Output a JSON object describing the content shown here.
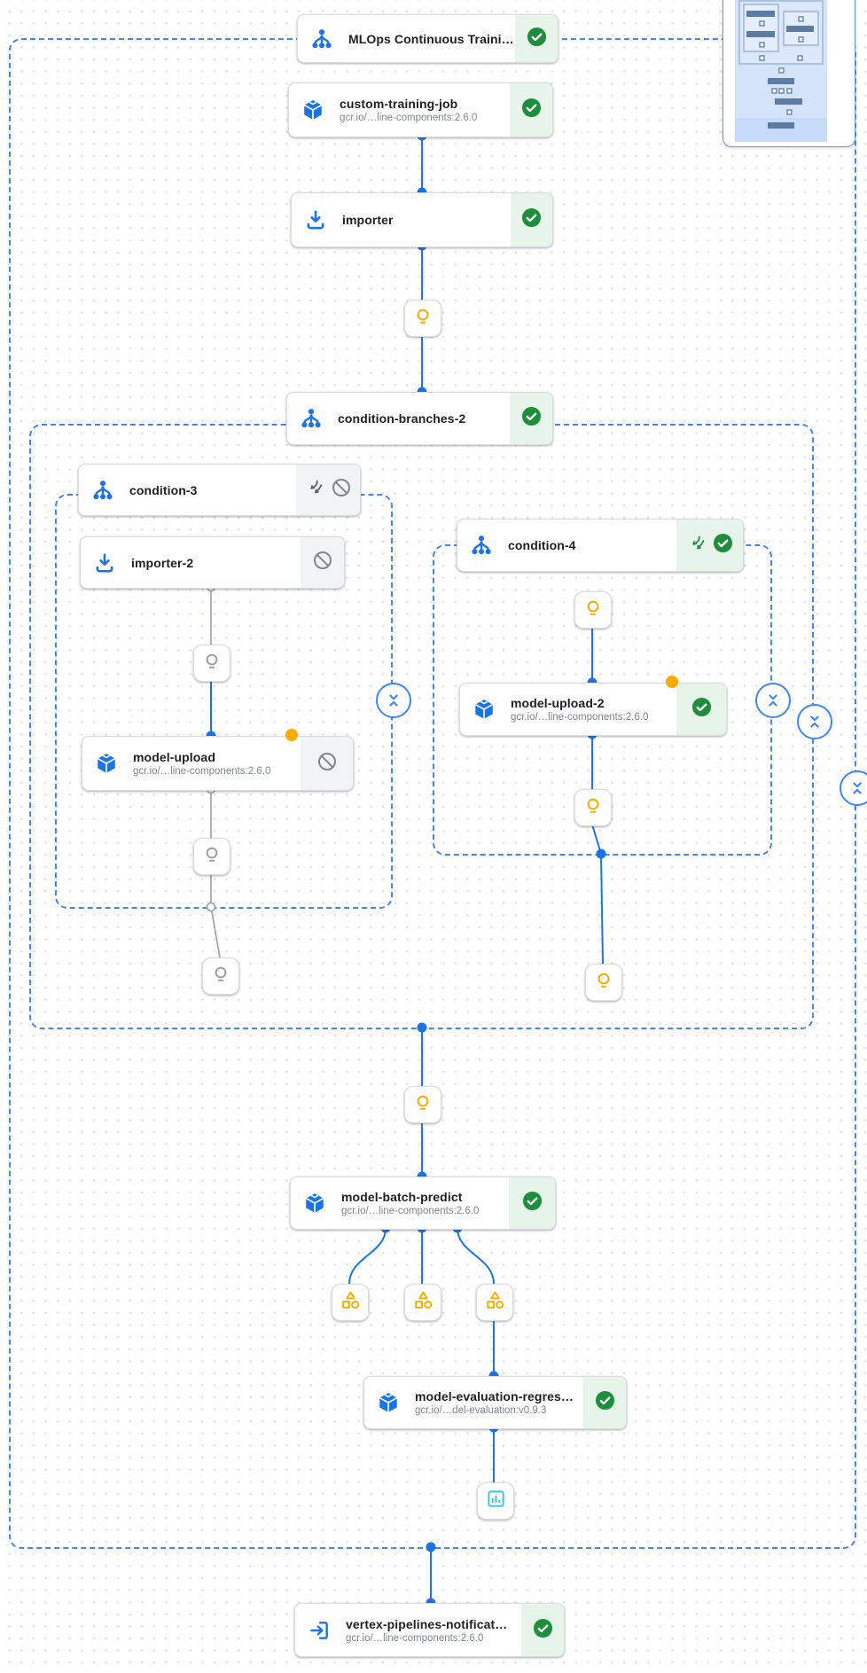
{
  "pipeline": {
    "nodes": [
      {
        "title": "MLOps Continuous Traini…",
        "status": "succeeded"
      },
      {
        "title": "custom-training-job",
        "subtitle": "gcr.io/…line-components:2.6.0",
        "status": "succeeded"
      },
      {
        "title": "importer",
        "status": "succeeded"
      },
      {
        "title": "condition-branches-2",
        "status": "succeeded"
      },
      {
        "title": "condition-3",
        "status": "skipped"
      },
      {
        "title": "importer-2",
        "status": "skipped"
      },
      {
        "title": "model-upload",
        "subtitle": "gcr.io/…line-components:2.6.0",
        "status": "skipped"
      },
      {
        "title": "condition-4",
        "status": "succeeded"
      },
      {
        "title": "model-upload-2",
        "subtitle": "gcr.io/…line-components:2.6.0",
        "status": "succeeded"
      },
      {
        "title": "model-batch-predict",
        "subtitle": "gcr.io/…line-components:2.6.0",
        "status": "succeeded"
      },
      {
        "title": "model-evaluation-regres…",
        "subtitle": "gcr.io/…del-evaluation:v0.9.3",
        "status": "succeeded"
      },
      {
        "title": "vertex-pipelines-notificat…",
        "subtitle": "gcr.io/…line-components:2.6.0",
        "status": "succeeded"
      }
    ],
    "colors": {
      "accent_blue": "#1a73e8",
      "dashed_border_blue": "#4285f4",
      "success_green": "#1e8e3e",
      "success_bg": "#e6f4ea",
      "skipped_bg": "#f1f3f4",
      "artifact_amber": "#f9ab00",
      "metrics_teal": "#35c4d7",
      "skipped_line_gray": "#9aa0a6"
    }
  }
}
